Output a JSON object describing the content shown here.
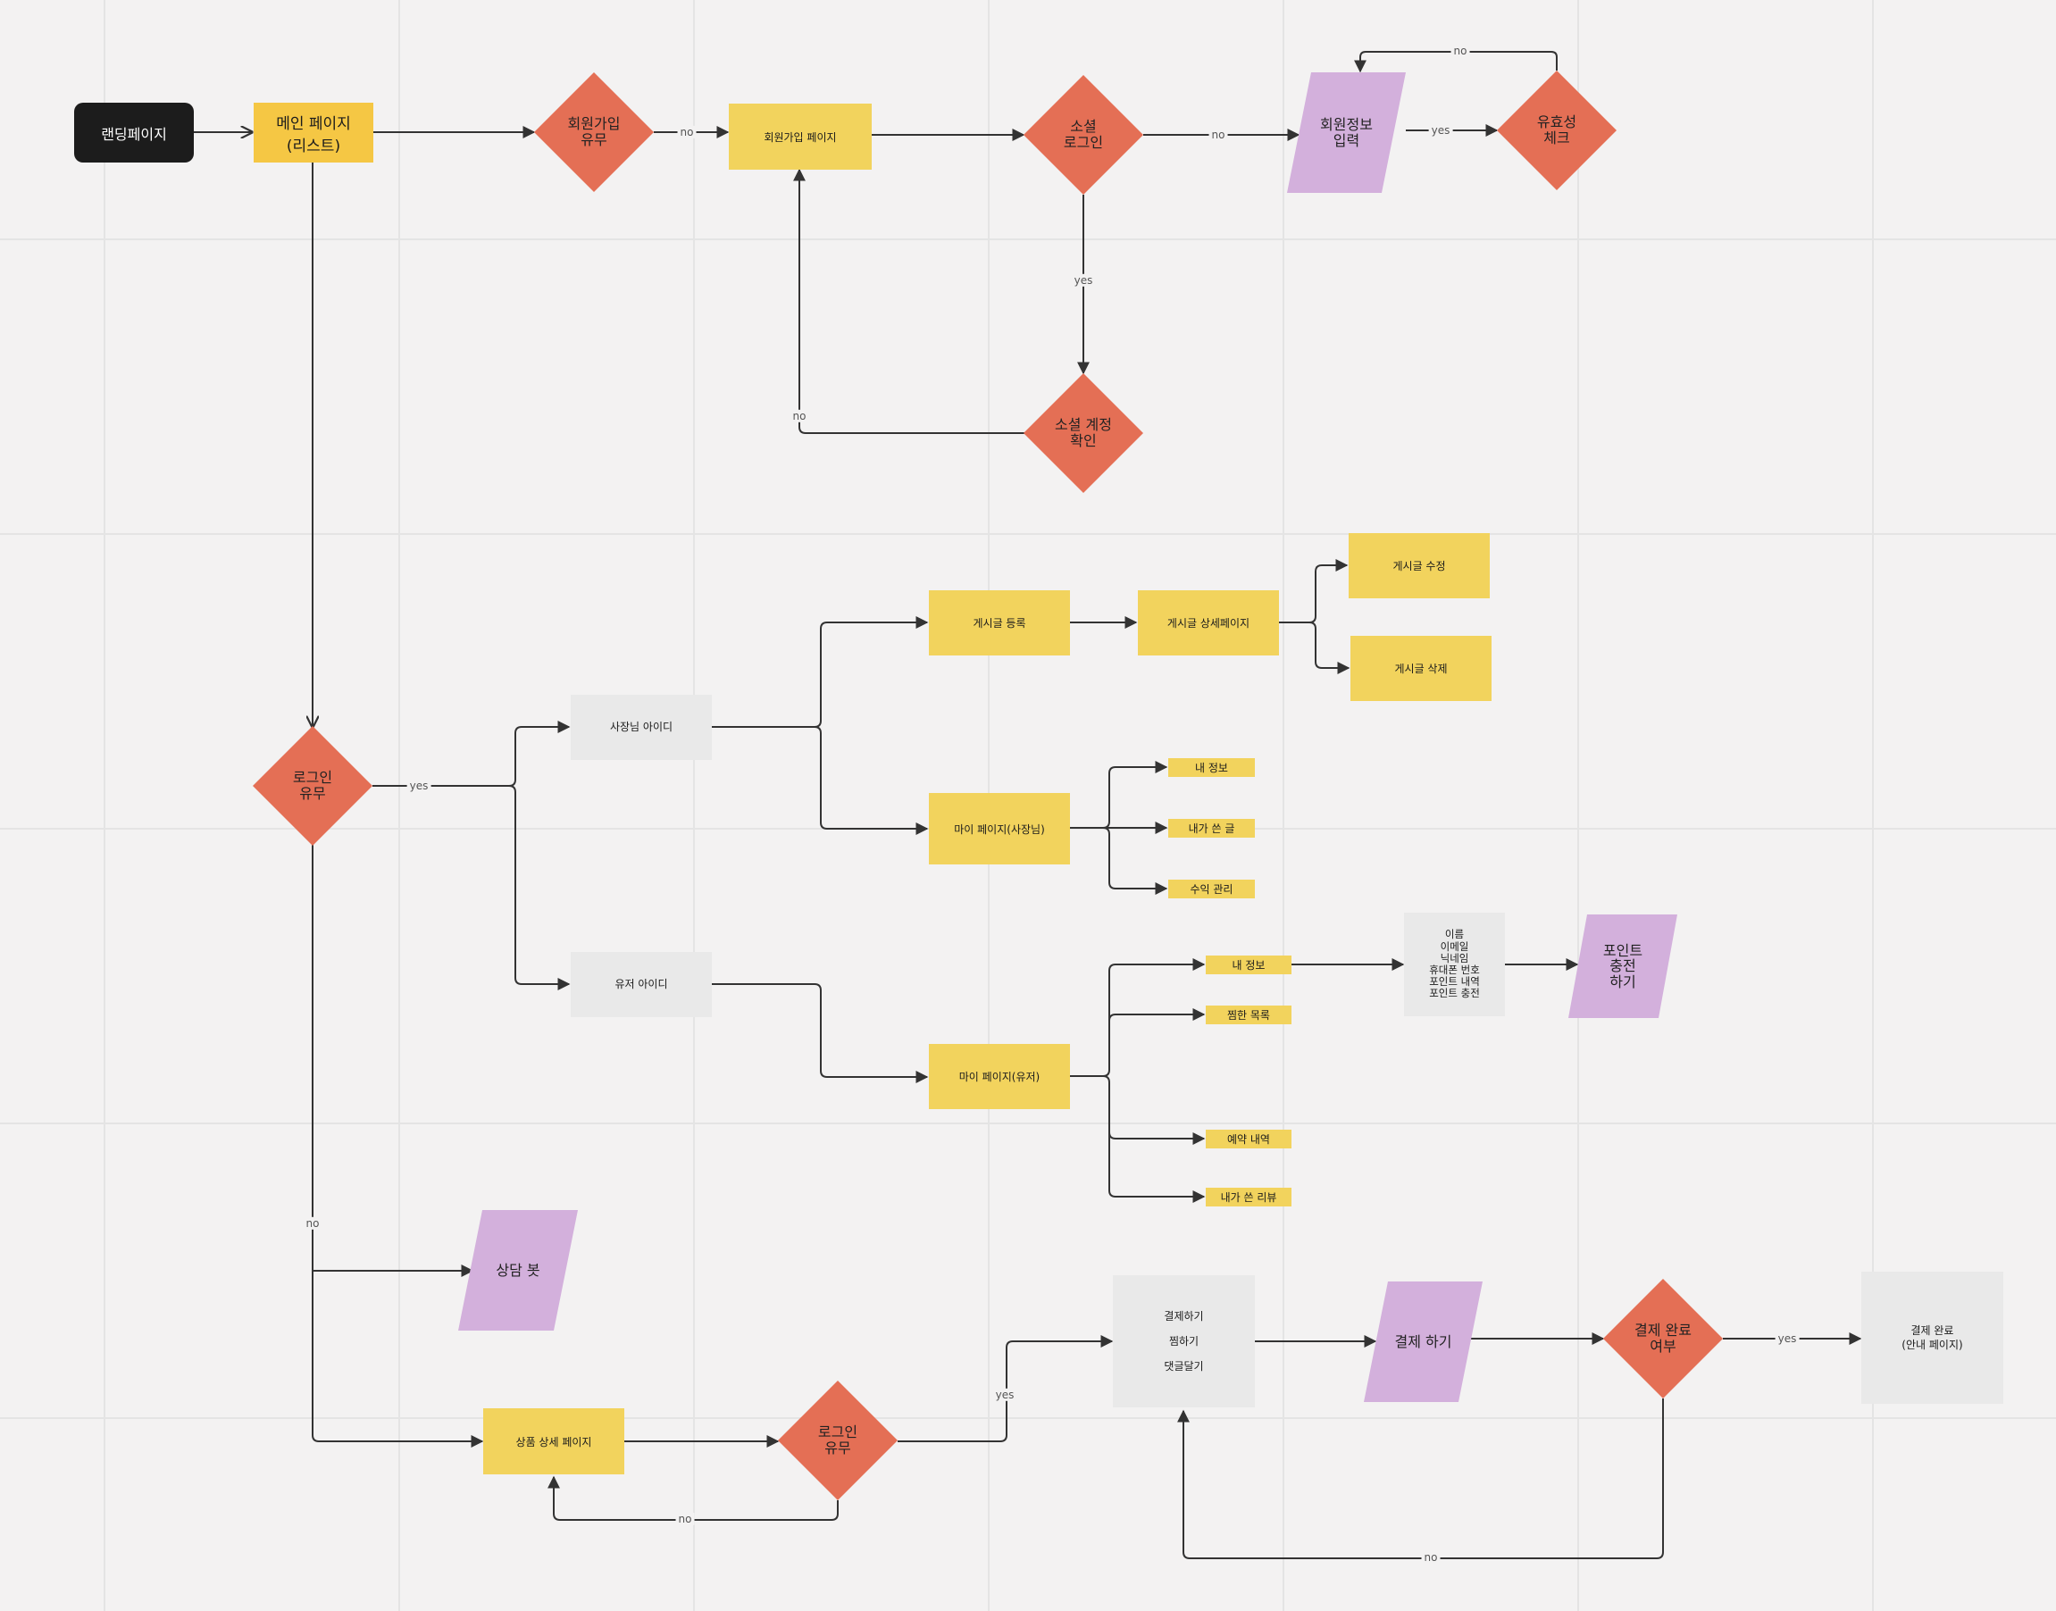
{
  "colors": {
    "background": "#f3f2f2",
    "start": "#1c1c1c",
    "rect": "#f2d35d",
    "rect_deep": "#f5c744",
    "decision": "#e46f55",
    "io": "#d3b0dc",
    "grey": "#e9e9e9",
    "edge": "#333333"
  },
  "nodes": {
    "landing": "랜딩페이지",
    "main": "메인 페이지\n(리스트)",
    "signup_check": "회원가입\n유무",
    "signup_page": "회원가입 페이지",
    "social_login": "소셜\n로그인",
    "member_input": "회원정보\n입력",
    "validity": "유효성\n체크",
    "social_account": "소셜 계정\n확인",
    "login_check": "로그인\n유무",
    "owner_id": "사장님 아이디",
    "user_id": "유저 아이디",
    "post_register": "게시글 등록",
    "post_detail": "게시글 상세페이지",
    "post_edit": "게시글 수정",
    "post_delete": "게시글 삭제",
    "mypage_owner": "마이 페이지(사장님)",
    "owner_info": "내 정보",
    "owner_posts": "내가 쓴 글",
    "owner_revenue": "수익 관리",
    "mypage_user": "마이 페이지(유저)",
    "user_info": "내 정보",
    "user_wishlist": "찜한 목록",
    "user_reservations": "예약 내역",
    "user_reviews": "내가 쓴 리뷰",
    "info_details": "이름\n이메일\n닉네임\n휴대폰 번호\n포인트 내역\n포인트 충전",
    "point_charge": "포인트\n충전\n하기",
    "chatbot": "상담 봇",
    "product_detail": "상품 상세 페이지",
    "login_check2": "로그인\n유무",
    "actions": [
      "결제하기",
      "찜하기",
      "댓글달기"
    ],
    "pay": "결제 하기",
    "pay_done_check": "결제 완료\n여부",
    "pay_done": "결제 완료\n(안내 페이지)"
  },
  "edge_labels": {
    "no_signup": "no",
    "no_social": "no",
    "yes_member": "yes",
    "no_validity": "no",
    "yes_social": "yes",
    "no_account": "no",
    "yes_login": "yes",
    "no_login": "no",
    "no_login2": "no",
    "yes_login2": "yes",
    "yes_paid": "yes",
    "no_paid": "no"
  }
}
